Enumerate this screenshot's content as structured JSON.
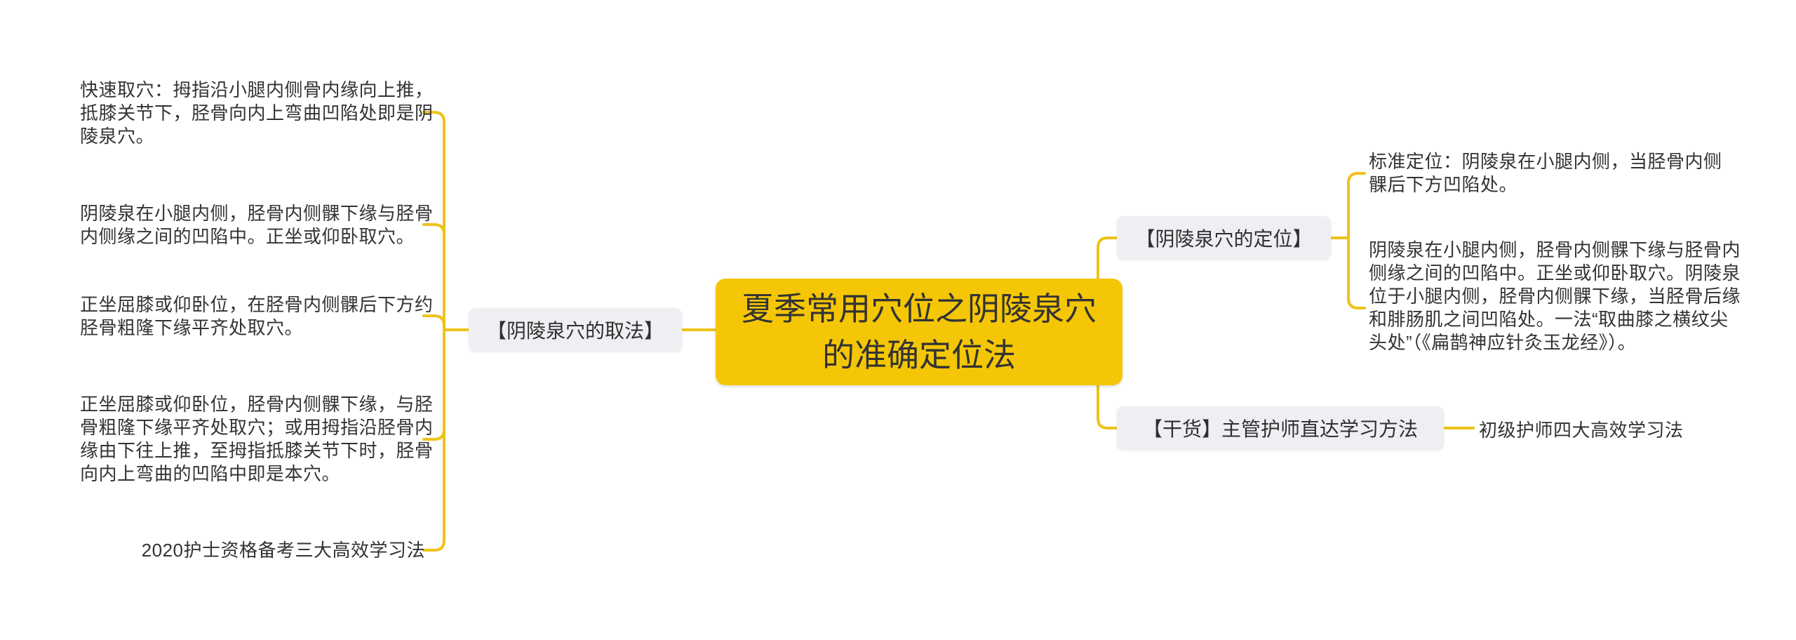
{
  "colors": {
    "accent_yellow": "#F5C606",
    "line_yellow": "#EFC319",
    "node_gray": "#EDEFF2",
    "text_dark": "#333333",
    "background": "#FFFFFF"
  },
  "mindmap": {
    "root": {
      "label": "夏季常用穴位之阴陵泉穴的准确定位法"
    },
    "left_branch": {
      "label": "【阴陵泉穴的取法】",
      "children": [
        {
          "text": "快速取穴：拇指沿小腿内侧骨内缘向上推，抵膝关节下，胫骨向内上弯曲凹陷处即是阴陵泉穴。"
        },
        {
          "text": "阴陵泉在小腿内侧，胫骨内侧髁下缘与胫骨内侧缘之间的凹陷中。正坐或仰卧取穴。"
        },
        {
          "text": "正坐屈膝或仰卧位，在胫骨内侧髁后下方约胫骨粗隆下缘平齐处取穴。"
        },
        {
          "text": "正坐屈膝或仰卧位，胫骨内侧髁下缘，与胫骨粗隆下缘平齐处取穴；或用拇指沿胫骨内缘由下往上推，至拇指抵膝关节下时，胫骨向内上弯曲的凹陷中即是本穴。"
        },
        {
          "text": "2020护士资格备考三大高效学习法"
        }
      ]
    },
    "right_branches": [
      {
        "label": "【阴陵泉穴的定位】",
        "children": [
          {
            "text": "标准定位：阴陵泉在小腿内侧，当胫骨内侧髁后下方凹陷处。"
          },
          {
            "text": "阴陵泉在小腿内侧，胫骨内侧髁下缘与胫骨内侧缘之间的凹陷中。正坐或仰卧取穴。阴陵泉位于小腿内侧，胫骨内侧髁下缘，当胫骨后缘和腓肠肌之间凹陷处。一法“取曲膝之横纹尖头处”（《扁鹊神应针灸玉龙经》）。"
          }
        ]
      },
      {
        "label": "【干货】主管护师直达学习方法",
        "children": [
          {
            "text": "初级护师四大高效学习法"
          }
        ]
      }
    ]
  }
}
